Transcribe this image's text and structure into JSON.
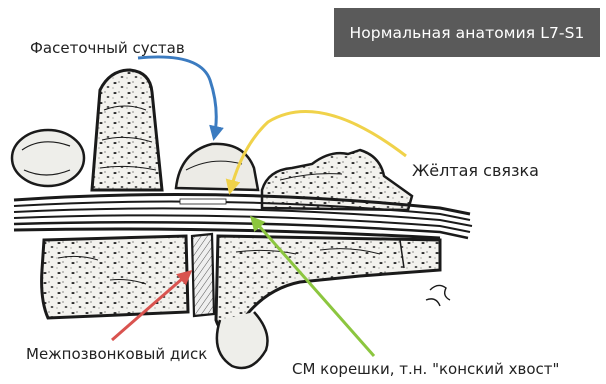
{
  "title": "Нормальная анатомия L7-S1",
  "labels": {
    "facet_joint": "Фасеточный сустав",
    "ligamentum_flavum": "Жёлтая связка",
    "intervertebral_disc": "Межпозвонковый диск",
    "cauda_equina_roots": "СМ корешки, т.н. \"конский хвост\""
  },
  "colors": {
    "title_background": "#5a5a5a",
    "title_text": "#ffffff",
    "arrow_facet_joint": "#3b7bc0",
    "arrow_ligamentum_flavum": "#f0d24a",
    "arrow_intervertebral_disc": "#d9534f",
    "arrow_cauda_equina": "#8cc63f",
    "illustration_ink": "#1a1a1a"
  }
}
